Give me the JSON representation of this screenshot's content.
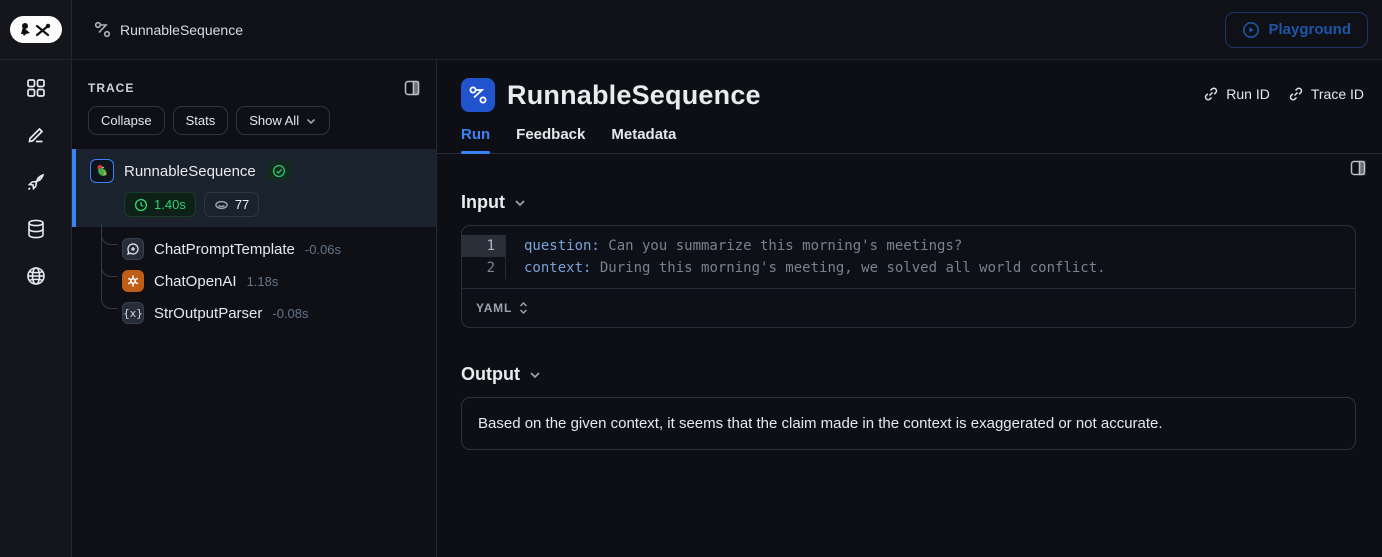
{
  "topbar": {
    "breadcrumb": "RunnableSequence",
    "playground_label": "Playground"
  },
  "sidebar": {
    "icons": [
      "projects-grid",
      "annotate-pencil",
      "rocket-deployments",
      "datasets-database",
      "hub-globe"
    ]
  },
  "trace_panel": {
    "title": "TRACE",
    "buttons": {
      "collapse": "Collapse",
      "stats": "Stats",
      "show_all": "Show All"
    },
    "tree": {
      "root": {
        "name": "RunnableSequence",
        "latency": "1.40s",
        "tokens": "77",
        "status": "success"
      },
      "children": [
        {
          "name": "ChatPromptTemplate",
          "duration": "-0.06s",
          "icon": "prompt-bubble"
        },
        {
          "name": "ChatOpenAI",
          "duration": "1.18s",
          "icon": "openai"
        },
        {
          "name": "StrOutputParser",
          "duration": "-0.08s",
          "icon": "braces",
          "glyph": "{x}"
        }
      ]
    }
  },
  "main": {
    "title": "RunnableSequence",
    "links": {
      "run_id": "Run ID",
      "trace_id": "Trace ID"
    },
    "tabs": [
      {
        "label": "Run"
      },
      {
        "label": "Feedback"
      },
      {
        "label": "Metadata"
      }
    ],
    "input": {
      "header": "Input",
      "format": "YAML",
      "lines": [
        {
          "num": "1",
          "key": "question:",
          "value": " Can you summarize this morning's meetings?"
        },
        {
          "num": "2",
          "key": "context:",
          "value": " During this morning's meeting, we solved all world conflict."
        }
      ]
    },
    "output": {
      "header": "Output",
      "text": "Based on the given context, it seems that the claim made in the context is exaggerated or not accurate."
    }
  },
  "colors": {
    "accent_blue": "#3b82f6",
    "success_green": "#32d072",
    "openai_orange": "#c05d16",
    "panel_border": "#262b35",
    "background": "#0d0f14"
  }
}
